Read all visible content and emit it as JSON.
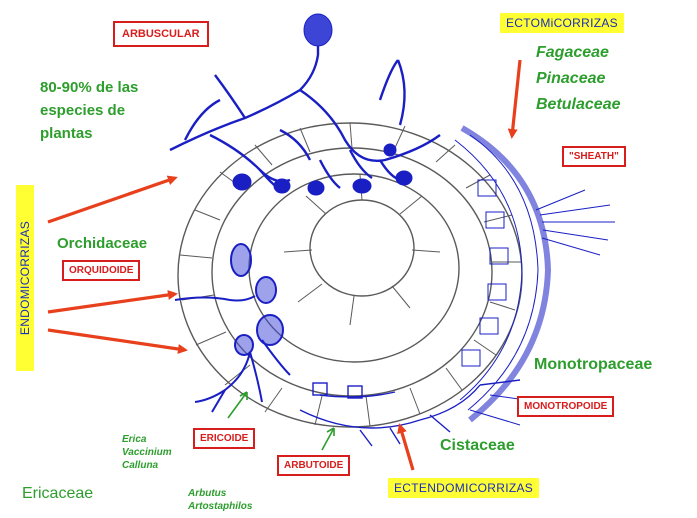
{
  "labels": {
    "arbuscular": "ARBUSCULAR",
    "ectomicorrizas": "ECTOMiCORRIZAS",
    "families_ecto": [
      "Fagaceae",
      "Pinaceae",
      "Betulaceae"
    ],
    "sheath": "\"SHEATH\"",
    "percent_species": [
      "80-90% de las",
      "especies de",
      "plantas"
    ],
    "endomicorrizas": "ENDOMICORRIZAS",
    "orchidaceae": "Orchidaceae",
    "orquidoide": "ORQUIDOIDE",
    "monotropaceae": "Monotropaceae",
    "monotropoide": "MONOTROPOIDE",
    "ericoide": "ERICOIDE",
    "arbutoide": "ARBUTOIDE",
    "cistaceae": "Cistaceae",
    "ectendomicorrizas": "ECTENDOMICORRIZAS",
    "ericaceae": "Ericaceae",
    "ericoid_genera": [
      "Erica",
      "Vaccinium",
      "Calluna"
    ],
    "arbutoid_genera": [
      "Arbutus",
      "Artostaphilos"
    ]
  },
  "colors": {
    "arrow": "#e8401c",
    "label_green": "#2d9e2d",
    "box_red": "#d81d1d",
    "highlight_yellow": "#ffff33",
    "fungus_blue": "#1a1fc4",
    "root_outline": "#5a5a5a"
  }
}
